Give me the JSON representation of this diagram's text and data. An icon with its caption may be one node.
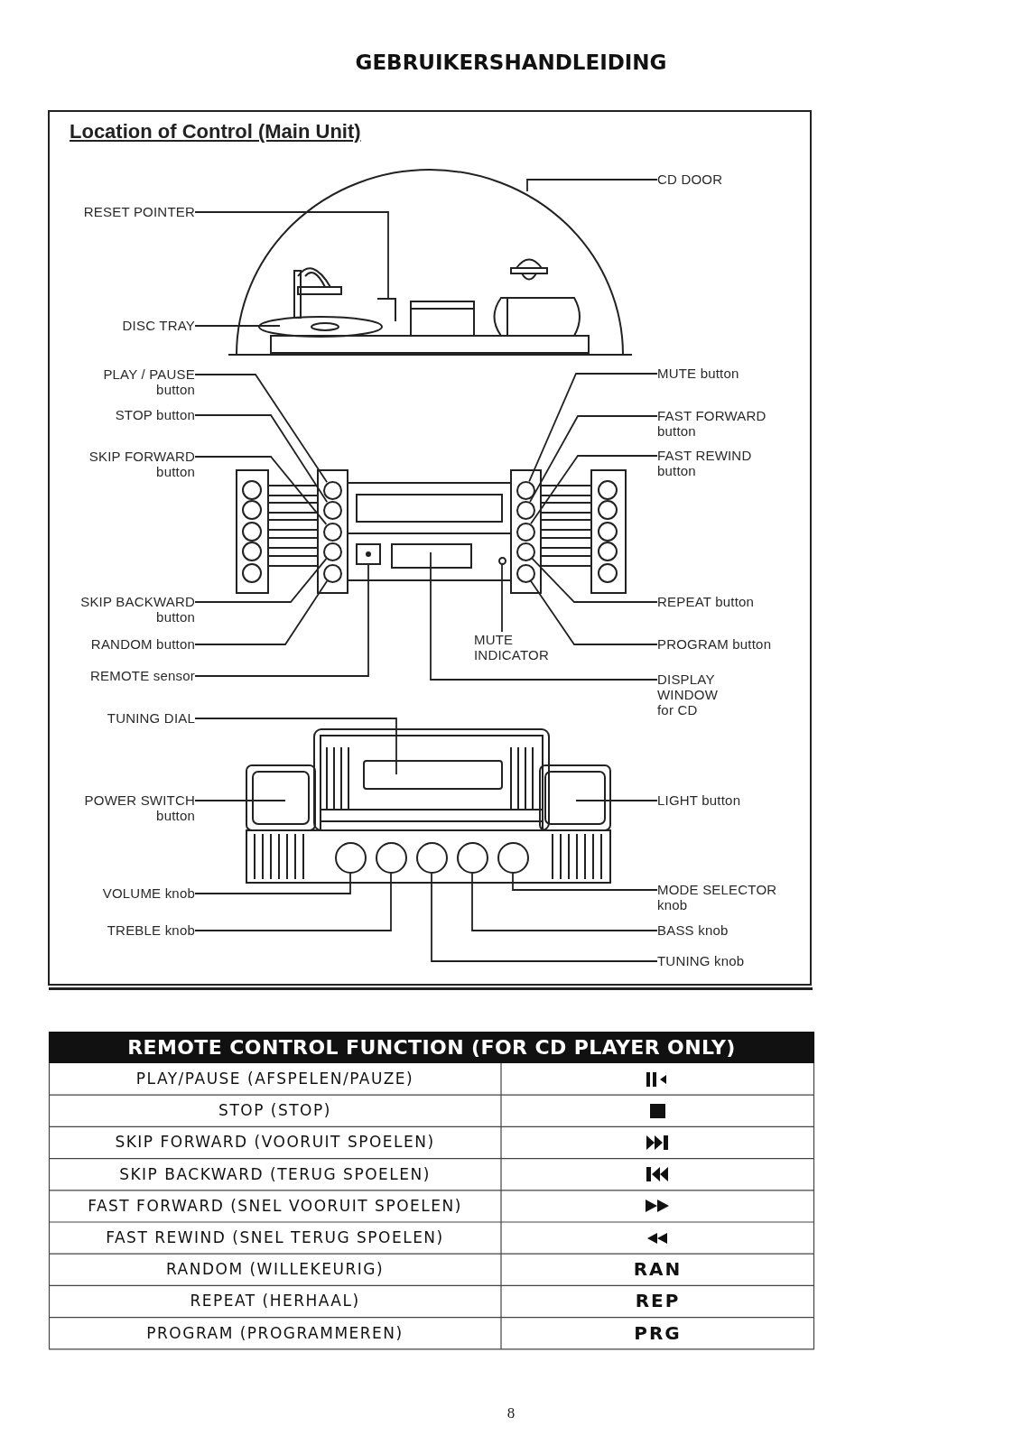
{
  "diagram": {
    "title": "GEBRUIKERSHANDLEIDING",
    "nodes": [
      {
        "text": [
          "CD DOOR"
        ]
      },
      {
        "text": [
          "RESET POINTER"
        ]
      },
      {
        "text": [
          "DISC TRAY"
        ]
      },
      {
        "text": [
          "PLAY / PAUSE button"
        ]
      },
      {
        "text": [
          "MUTE button"
        ]
      },
      {
        "text": [
          "STOP button"
        ]
      },
      {
        "text": [
          "FAST FORWARD button"
        ]
      },
      {
        "text": [
          "SKIP FORWARD button"
        ]
      },
      {
        "text": [
          "FAST REWIND button"
        ]
      },
      {
        "text": [
          "SKIP BACKWARD button"
        ]
      },
      {
        "text": [
          "REPEAT button"
        ]
      },
      {
        "text": [
          "MUTE INDICATOR"
        ]
      },
      {
        "text": [
          "RANDOM button"
        ]
      },
      {
        "text": [
          "PROGRAM button"
        ]
      },
      {
        "text": [
          "REMOTE sensor"
        ]
      },
      {
        "text": [
          "DISPLAY WINDOW for CD"
        ]
      },
      {
        "text": [
          "TUNING DIAL"
        ]
      },
      {
        "text": [
          "POWER SWITCH button"
        ]
      },
      {
        "text": [
          "LIGHT button"
        ]
      },
      {
        "text": [
          "MODE SELECTOR knob"
        ]
      },
      {
        "text": [
          "VOLUME knob"
        ]
      },
      {
        "text": [
          "TREBLE knob"
        ]
      },
      {
        "text": [
          "BASS knob"
        ]
      },
      {
        "text": [
          "TUNING knob"
        ]
      },
      {
        "text": [],
        "shape": "circle"
      },
      {
        "text": [],
        "shape": "circle"
      },
      {
        "text": [],
        "shape": "circle"
      },
      {
        "text": [],
        "shape": "circle"
      },
      {
        "text": [],
        "shape": "circle"
      },
      {
        "text": [],
        "shape": "box"
      },
      {
        "text": [],
        "shape": "circle"
      },
      {
        "text": [],
        "shape": "circle"
      },
      {
        "text": [],
        "shape": "circle"
      },
      {
        "text": [],
        "shape": "circle"
      },
      {
        "text": [],
        "shape": "circle"
      },
      {
        "text": [],
        "shape": "circle"
      },
      {
        "text": [],
        "shape": "circle"
      },
      {
        "text": [],
        "shape": "circle"
      },
      {
        "text": [],
        "shape": "circle"
      },
      {
        "text": [],
        "shape": "circle"
      },
      {
        "text": [],
        "shape": "circle"
      }
    ],
    "edges": [
      {
        "from": 0,
        "to": null,
        "arrow": "none"
      },
      {
        "from": 1,
        "to": null,
        "arrow": "none"
      },
      {
        "from": 2,
        "to": null,
        "arrow": "none"
      },
      {
        "from": 3,
        "to": 24,
        "arrow": "none"
      },
      {
        "from": 4,
        "to": 31,
        "arrow": "none"
      },
      {
        "from": 5,
        "to": 25,
        "arrow": "none"
      },
      {
        "from": 6,
        "to": 32,
        "arrow": "none"
      },
      {
        "from": 7,
        "to": 26,
        "arrow": "none"
      },
      {
        "from": 8,
        "to": 33,
        "arrow": "none"
      },
      {
        "from": 9,
        "to": 27,
        "arrow": "none"
      },
      {
        "from": 10,
        "to": 34,
        "arrow": "none"
      },
      {
        "from": 11,
        "to": 30,
        "arrow": "none"
      },
      {
        "from": 12,
        "to": 28,
        "arrow": "none"
      },
      {
        "from": 13,
        "to": 35,
        "arrow": "none"
      },
      {
        "from": 14,
        "to": 29,
        "arrow": "none"
      },
      {
        "from": 15,
        "to": null,
        "arrow": "none"
      },
      {
        "from": 16,
        "to": null,
        "arrow": "none"
      },
      {
        "from": 17,
        "to": null,
        "arrow": "none"
      },
      {
        "from": 18,
        "to": null,
        "arrow": "none"
      },
      {
        "from": 19,
        "to": 40,
        "arrow": "none"
      },
      {
        "from": 20,
        "to": 36,
        "arrow": "none"
      },
      {
        "from": 21,
        "to": 37,
        "arrow": "none"
      },
      {
        "from": 22,
        "to": 39,
        "arrow": "none"
      },
      {
        "from": 23,
        "to": 38,
        "arrow": "none"
      }
    ],
    "labels": [
      "Location of Control (Main Unit)",
      "REMOTE CONTROL FUNCTION (FOR CD PLAYER ONLY)",
      "PLAY/PAUSE (AFSPELEN/PAUZE)",
      "STOP (STOP)",
      "SKIP FORWARD (VOORUIT SPOELEN)",
      "SKIP BACKWARD (TERUG SPOELEN)",
      "FAST FORWARD (SNEL VOORUIT SPOELEN)",
      "FAST REWIND (SNEL TERUG SPOELEN)",
      "RANDOM (WILLEKEURIG)",
      "RAN",
      "REPEAT (HERHAAL)",
      "REP",
      "PROGRAM (PROGRAMMEREN)",
      "PRG",
      "8"
    ]
  }
}
